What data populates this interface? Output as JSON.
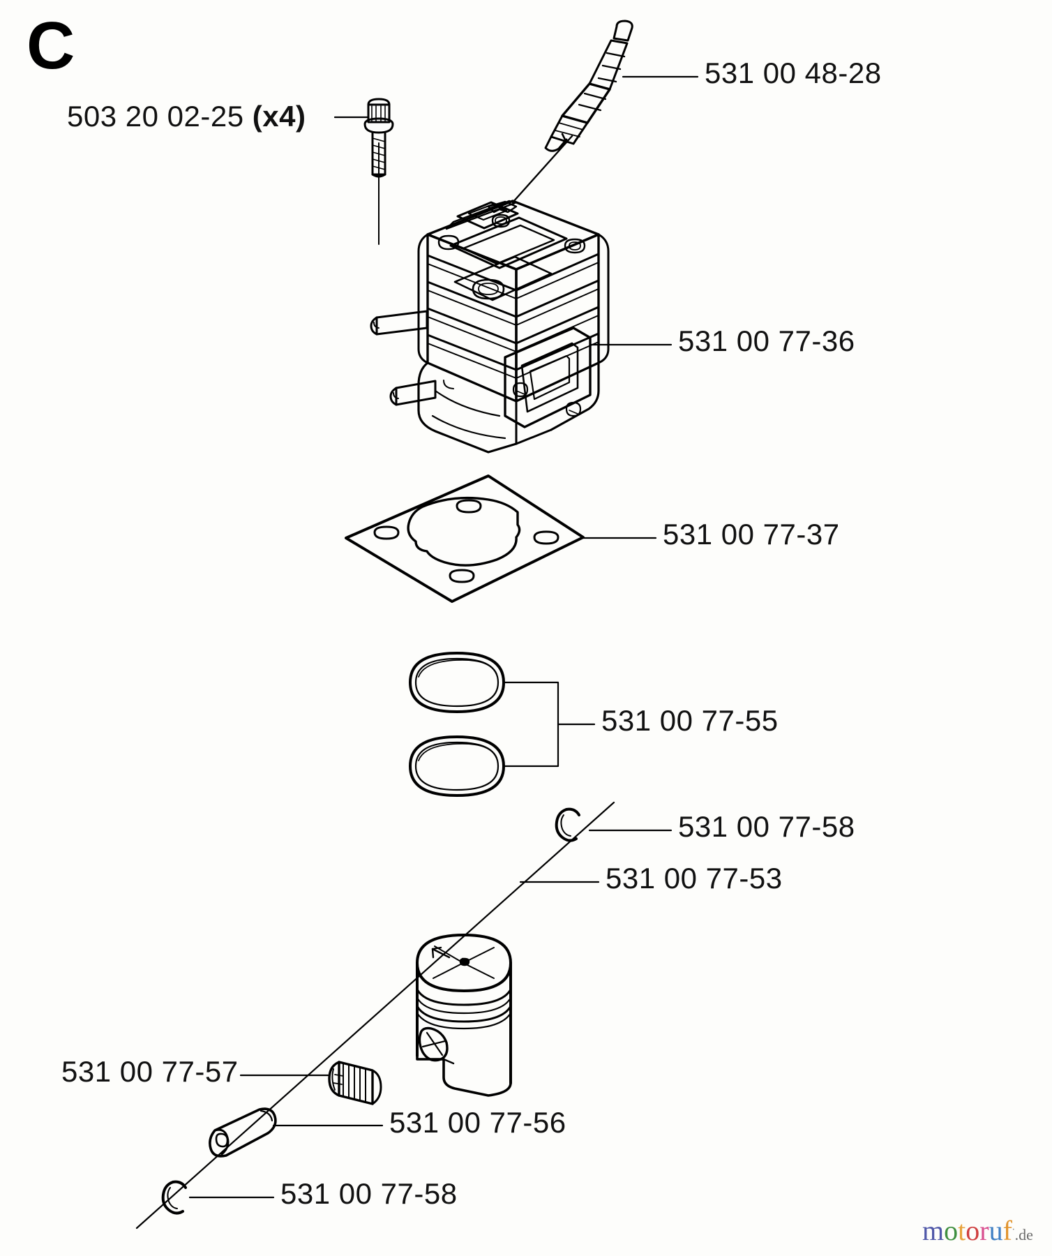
{
  "diagram": {
    "section_letter": "C",
    "title_letter_name": "section-c"
  },
  "labels": {
    "screw": "503 20 02-25",
    "screw_qty": "(x4)",
    "spark_plug": "531 00 48-28",
    "cylinder": "531 00 77-36",
    "gasket": "531 00 77-37",
    "piston_rings": "531 00 77-55",
    "circlip_top": "531 00 77-58",
    "piston": "531 00 77-53",
    "needle_bearing": "531 00 77-57",
    "piston_pin": "531 00 77-56",
    "circlip_bottom": "531 00 77-58"
  },
  "watermark": {
    "letters": [
      {
        "ch": "m",
        "color": "#4f57a8"
      },
      {
        "ch": "o",
        "color": "#3f8f3f"
      },
      {
        "ch": "t",
        "color": "#e8a33d"
      },
      {
        "ch": "o",
        "color": "#cf3f3f"
      },
      {
        "ch": "r",
        "color": "#d94f8f"
      },
      {
        "ch": "u",
        "color": "#3f7fc4"
      },
      {
        "ch": "f",
        "color": "#e2952f"
      }
    ],
    "dot": ".",
    "suffix": ".de"
  },
  "colors": {
    "ink": "#000000",
    "paper": "#fdfdfb",
    "leader": "#1a1a1a"
  },
  "parts_list": [
    {
      "name": "screw",
      "number": "503 20 02-25",
      "qty": "(x4)"
    },
    {
      "name": "spark-plug",
      "number": "531 00 48-28",
      "qty": ""
    },
    {
      "name": "cylinder",
      "number": "531 00 77-36",
      "qty": ""
    },
    {
      "name": "cylinder-gasket",
      "number": "531 00 77-37",
      "qty": ""
    },
    {
      "name": "piston-ring",
      "number": "531 00 77-55",
      "qty": ""
    },
    {
      "name": "circlip",
      "number": "531 00 77-58",
      "qty": ""
    },
    {
      "name": "piston",
      "number": "531 00 77-53",
      "qty": ""
    },
    {
      "name": "needle-bearing",
      "number": "531 00 77-57",
      "qty": ""
    },
    {
      "name": "piston-pin",
      "number": "531 00 77-56",
      "qty": ""
    }
  ]
}
